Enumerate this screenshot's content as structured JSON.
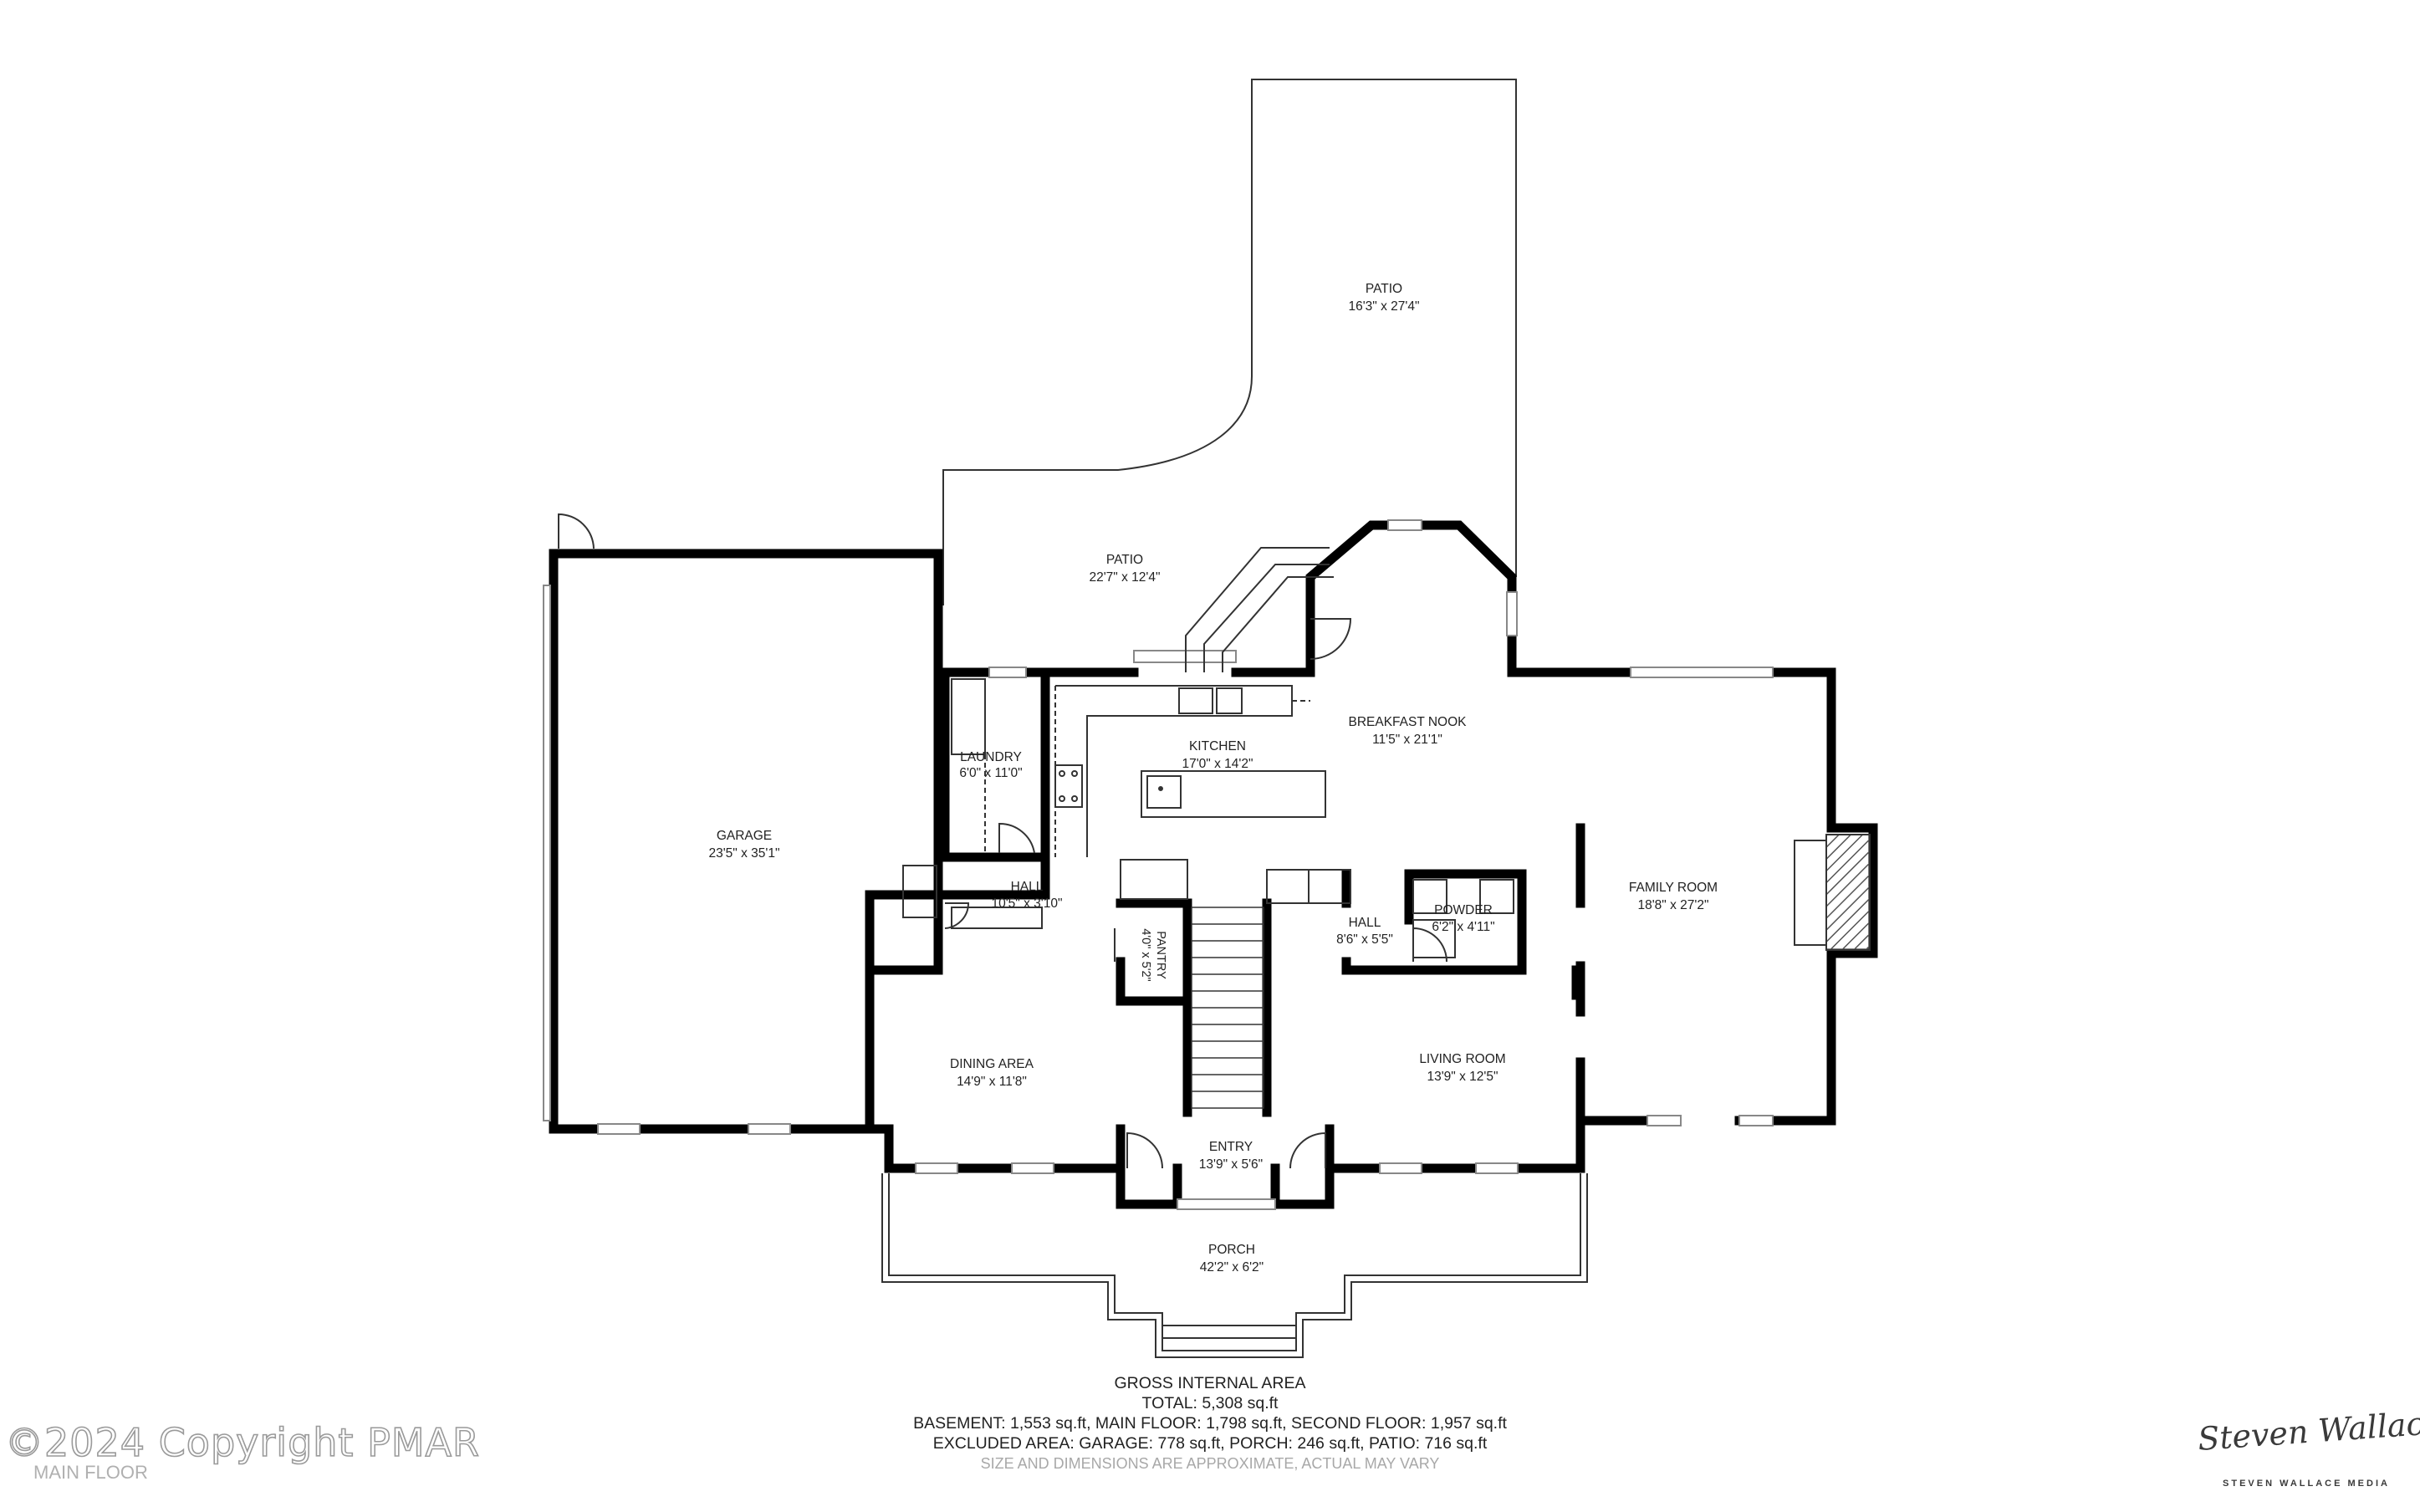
{
  "rooms": {
    "patio_upper": {
      "name": "PATIO",
      "dims": "16'3\" x 27'4\""
    },
    "patio_lower": {
      "name": "PATIO",
      "dims": "22'7\" x 12'4\""
    },
    "breakfast_nook": {
      "name": "BREAKFAST NOOK",
      "dims": "11'5\" x 21'1\""
    },
    "kitchen": {
      "name": "KITCHEN",
      "dims": "17'0\" x 14'2\""
    },
    "laundry": {
      "name": "LAUNDRY",
      "dims": "6'0\" x 11'0\""
    },
    "garage": {
      "name": "GARAGE",
      "dims": "23'5\" x 35'1\""
    },
    "hall_left": {
      "name": "HALL",
      "dims": "10'5\" x 3'10\""
    },
    "pantry": {
      "name": "PANTRY",
      "dims": "4'0\" x 5'2\""
    },
    "hall_right": {
      "name": "HALL",
      "dims": "8'6\" x 5'5\""
    },
    "powder": {
      "name": "POWDER",
      "dims": "6'2\" x 4'11\""
    },
    "family_room": {
      "name": "FAMILY ROOM",
      "dims": "18'8\" x 27'2\""
    },
    "dining_area": {
      "name": "DINING AREA",
      "dims": "14'9\" x 11'8\""
    },
    "living_room": {
      "name": "LIVING ROOM",
      "dims": "13'9\" x 12'5\""
    },
    "entry": {
      "name": "ENTRY",
      "dims": "13'9\" x 5'6\""
    },
    "porch": {
      "name": "PORCH",
      "dims": "42'2\" x 6'2\""
    }
  },
  "footer": {
    "title": "GROSS INTERNAL AREA",
    "total": "TOTAL: 5,308 sq.ft",
    "floors": "BASEMENT: 1,553 sq.ft, MAIN FLOOR: 1,798 sq.ft, SECOND FLOOR: 1,957 sq.ft",
    "excluded": "EXCLUDED AREA: GARAGE: 778 sq.ft, PORCH: 246 sq.ft, PATIO: 716 sq.ft",
    "note": "SIZE AND DIMENSIONS ARE APPROXIMATE, ACTUAL MAY VARY"
  },
  "watermark": {
    "copyright": "©2024 Copyright PMAR",
    "floor": "MAIN FLOOR"
  },
  "logo": {
    "script": "Steven Wallace",
    "subtitle": "STEVEN WALLACE MEDIA"
  },
  "colors": {
    "wall": "#000000",
    "thin_line": "#333333",
    "window": "#888888",
    "fireplace_hatch": "#555555"
  }
}
